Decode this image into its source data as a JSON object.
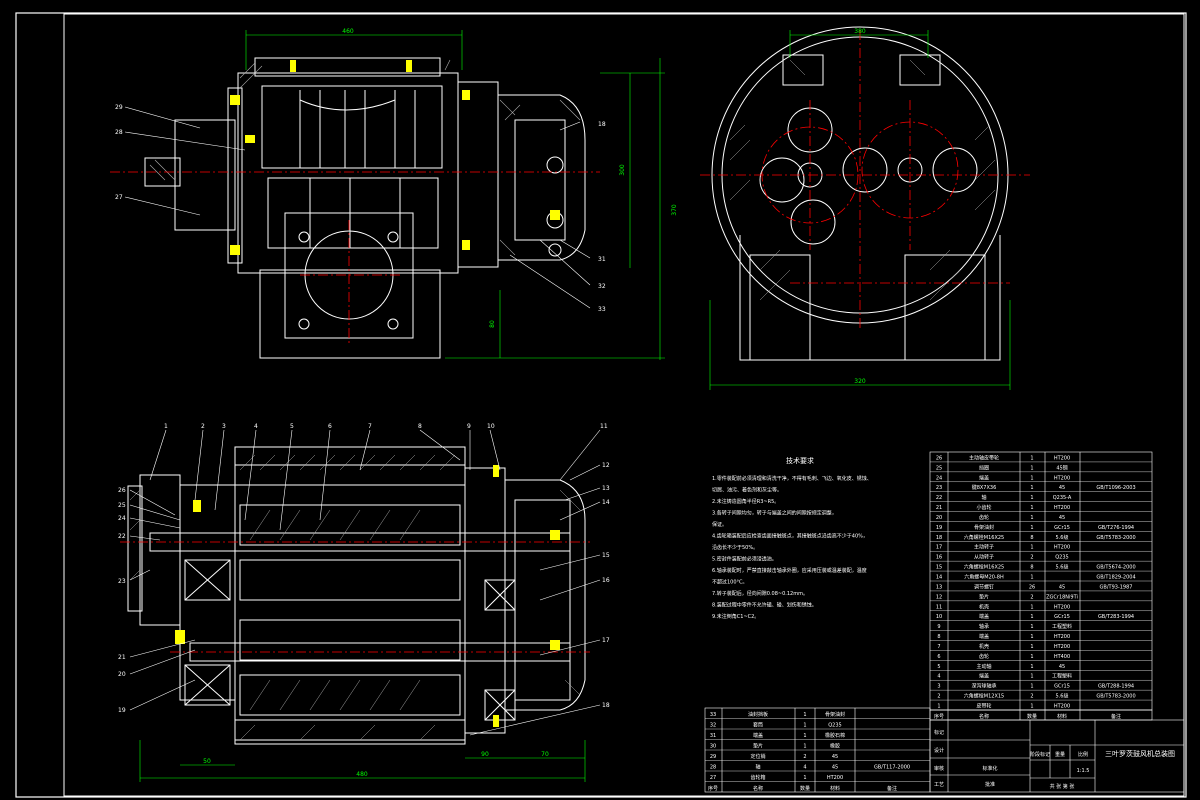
{
  "colors": {
    "background": "#000000",
    "outline": "#ffffff",
    "centerline": "#ff0000",
    "dimension": "#00ff00",
    "bolt": "#ffff00",
    "hatch": "#b0b0b0",
    "leader": "#ffffff"
  },
  "top_view": {
    "dims": {
      "width_top": "460",
      "height_right": "370",
      "height_inner": "300",
      "height_lower": "80"
    },
    "balloons": [
      "29",
      "28",
      "27",
      "18",
      "31",
      "32",
      "33"
    ]
  },
  "side_view": {
    "dims": {
      "width_top": "380",
      "width_bottom": "320"
    }
  },
  "section_view": {
    "dims": {
      "left": "50",
      "right1": "90",
      "right2": "70",
      "bottom": "480"
    },
    "balloons_top": [
      "1",
      "2",
      "3",
      "4",
      "5",
      "6",
      "7",
      "8",
      "9",
      "10",
      "11"
    ],
    "balloons_left": [
      "26",
      "25",
      "24",
      "23",
      "22",
      "21",
      "20",
      "19"
    ],
    "balloons_right": [
      "12",
      "13",
      "14",
      "15",
      "16",
      "17",
      "18"
    ]
  },
  "tech_requirements": {
    "title": "技术要求",
    "lines": [
      "1.零件装配前必须清理和清洗干净，不得有毛刺、飞边、氧化皮、锈蚀、",
      "  切屑、油污、着色剂和灰尘等。",
      "2.未注铸造圆角半径R3~R5。",
      "3.各转子间隙均匀，转子与端盖之间的间隙按规定调整，",
      "  保证。",
      "4.齿轮箱装配后应检查齿面接触斑点，其接触斑点沿齿高不少于40%，",
      "  沿齿长不少于50%。",
      "5.密封件装配前必须浸透油。",
      "6.轴承装配时，严禁直接敲击轴承外圈，应采用压装或温差装配，温度",
      "  不超过100°C。",
      "7.转子装配后，径向间隙0.08~0.12mm。",
      "8.装配过程中零件不允许磕、碰、划伤和锈蚀。",
      "9.未注倒角C1~C2。"
    ]
  },
  "parts_list": {
    "columns": [
      "序号",
      "名称",
      "数量",
      "材料",
      "备注"
    ],
    "rows": [
      [
        "26",
        "主动轴皮带轮",
        "1",
        "HT200",
        ""
      ],
      [
        "25",
        "挡圈",
        "1",
        "45钢",
        ""
      ],
      [
        "24",
        "端盖",
        "1",
        "HT200",
        ""
      ],
      [
        "23",
        "键8X7X36",
        "1",
        "45",
        "GB/T1096-2003"
      ],
      [
        "22",
        "轴",
        "1",
        "Q235-A",
        ""
      ],
      [
        "21",
        "小齿轮",
        "1",
        "HT200",
        ""
      ],
      [
        "20",
        "齿轮",
        "1",
        "45",
        ""
      ],
      [
        "19",
        "骨架油封",
        "1",
        "GCr15",
        "GB/T276-1994"
      ],
      [
        "18",
        "六角螺栓M16X25",
        "8",
        "5.6级",
        "GB/T5783-2000"
      ],
      [
        "17",
        "主动转子",
        "1",
        "HT200",
        ""
      ],
      [
        "16",
        "从动转子",
        "2",
        "Q235",
        ""
      ],
      [
        "15",
        "六角螺栓M16X25",
        "8",
        "5.6级",
        "GB/T5674-2000"
      ],
      [
        "14",
        "六角螺母M20-8H",
        "1",
        "",
        "GB/T1829-2004"
      ],
      [
        "13",
        "调节螺钉",
        "26",
        "45",
        "GB/T93-1987"
      ],
      [
        "12",
        "垫片",
        "2",
        "ZGCr18Ni9Ti",
        ""
      ],
      [
        "11",
        "机壳",
        "1",
        "HT200",
        ""
      ],
      [
        "10",
        "端盖",
        "1",
        "GCr15",
        "GB/T283-1994"
      ],
      [
        "9",
        "轴承",
        "1",
        "工程塑料",
        ""
      ],
      [
        "8",
        "端盖",
        "1",
        "HT200",
        ""
      ],
      [
        "7",
        "机壳",
        "1",
        "HT200",
        ""
      ],
      [
        "6",
        "齿轮",
        "1",
        "HT400",
        ""
      ],
      [
        "5",
        "主动轴",
        "1",
        "45",
        ""
      ],
      [
        "4",
        "端盖",
        "1",
        "工程塑料",
        ""
      ],
      [
        "3",
        "深沟球轴承",
        "1",
        "GCr15",
        "GB/T288-1994"
      ],
      [
        "2",
        "六角螺栓M12X15",
        "2",
        "5.6级",
        "GB/T5783-2000"
      ],
      [
        "1",
        "皮带轮",
        "1",
        "HT200",
        ""
      ]
    ],
    "footer": [
      "序号",
      "名称",
      "数量",
      "材料",
      "备注"
    ]
  },
  "parts_list2": {
    "rows": [
      [
        "33",
        "油封挡板",
        "1",
        "骨架油封",
        ""
      ],
      [
        "32",
        "套筒",
        "1",
        "Q235",
        ""
      ],
      [
        "31",
        "端盖",
        "1",
        "橡胶石棉",
        ""
      ],
      [
        "30",
        "垫片",
        "1",
        "橡胶",
        ""
      ],
      [
        "29",
        "定位销",
        "2",
        "45",
        ""
      ],
      [
        "28",
        "轴",
        "4",
        "45",
        "GB/T117-2000"
      ],
      [
        "27",
        "齿轮箱",
        "1",
        "HT200",
        ""
      ]
    ],
    "footer": [
      "序号",
      "名称",
      "数量",
      "材料",
      "备注"
    ]
  },
  "title_block": {
    "title": "三叶罗茨鼓风机总装图",
    "scale_header": "阶段标记",
    "weight_header": "重量",
    "ratio_header": "比例",
    "ratio": "1:1.5",
    "sheet": "共 张 第 张",
    "rows": [
      "标记",
      "设计",
      "审核",
      "工艺"
    ],
    "standard": "标准化",
    "approve": "批准"
  }
}
